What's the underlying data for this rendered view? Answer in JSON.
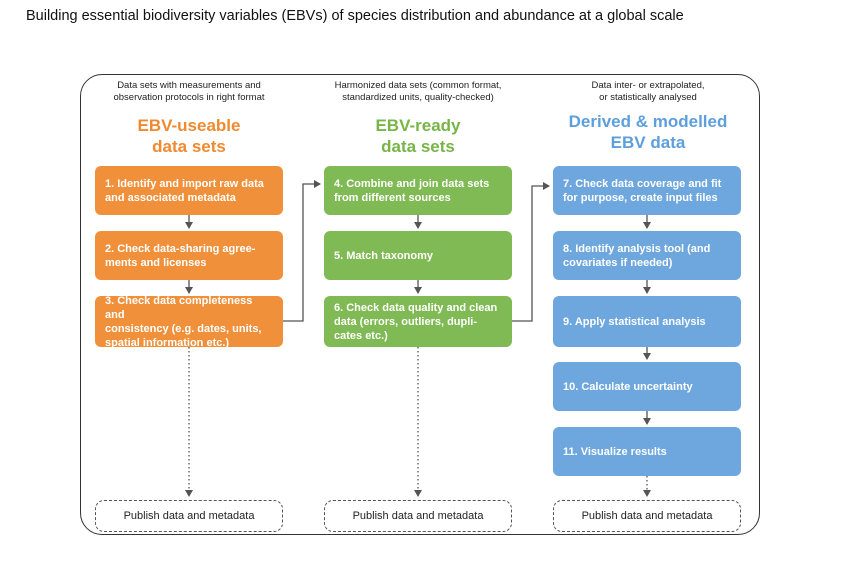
{
  "title": "Building essential biodiversity variables (EBVs) of species distribution and abundance at a global scale",
  "colors": {
    "orange": "#f0903a",
    "green": "#7fba55",
    "blue": "#6ea7de",
    "orange_title": "#ef8a30",
    "green_title": "#78b548",
    "blue_title": "#5d9fdc"
  },
  "columns": [
    {
      "description": "Data sets with measurements and\nobservation protocols in right format",
      "heading": "EBV-useable\ndata sets",
      "steps": [
        "1. Identify and import raw data\nand associated metadata",
        "2. Check data-sharing agree-\nments and licenses",
        "3. Check data completeness and\nconsistency (e.g. dates, units,\nspatial information etc.)"
      ],
      "publish": "Publish data and metadata"
    },
    {
      "description": "Harmonized data sets (common format,\nstandardized units, quality-checked)",
      "heading": "EBV-ready\ndata sets",
      "steps": [
        "4. Combine and join data sets\nfrom different sources",
        "5. Match taxonomy",
        "6. Check data quality and clean\ndata (errors, outliers, dupli-\ncates etc.)"
      ],
      "publish": "Publish data and metadata"
    },
    {
      "description": "Data inter- or extrapolated,\nor statistically analysed",
      "heading": "Derived & modelled\nEBV data",
      "steps": [
        "7. Check data coverage and fit\nfor purpose, create input files",
        "8. Identify analysis tool (and\ncovariates if needed)",
        "9. Apply statistical analysis",
        "10. Calculate uncertainty",
        "11. Visualize results"
      ],
      "publish": "Publish data and metadata"
    }
  ]
}
